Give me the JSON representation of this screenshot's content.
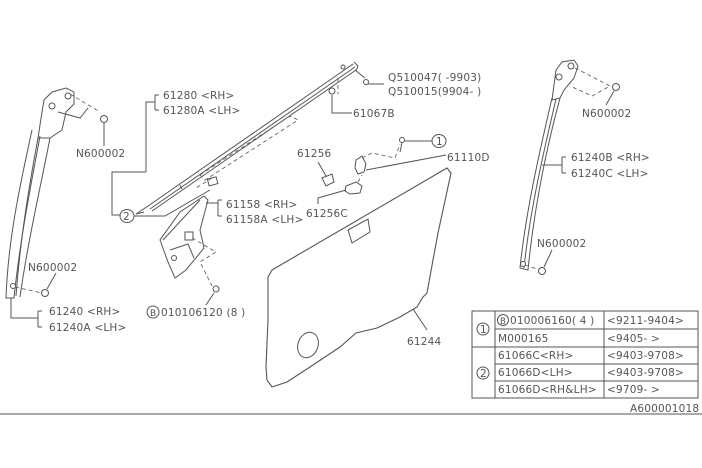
{
  "diagram_title_code": "A600001018",
  "labels": {
    "n600002_left_top": "N600002",
    "n600002_left_bottom": "N600002",
    "n600002_right_top": "N600002",
    "n600002_right_bottom": "N600002",
    "p61280_rh": "61280  <RH>",
    "p61280a_lh": "61280A <LH>",
    "q510047": "Q510047(  -9903)",
    "q510015": "Q510015(9904-  )",
    "p61067b": "61067B",
    "p61256": "61256",
    "p61110d": "61110D",
    "p61256c": "61256C",
    "p61158_rh": "61158  <RH>",
    "p61158a_lh": "61158A <LH>",
    "p61240_rh": "61240  <RH>",
    "p61240a_lh": "61240A <LH>",
    "bolt_010106120": "010106120 (8 )",
    "bolt_prefix": "B",
    "p61240b_rh": "61240B <RH>",
    "p61240c_lh": "61240C <LH>",
    "p61244": "61244",
    "ref_1": "1",
    "ref_2": "2"
  },
  "table": {
    "groups": [
      {
        "ref": "1",
        "rows": [
          {
            "part_prefix": "B",
            "part": "010006160( 4 )",
            "range": "<9211-9404>"
          },
          {
            "part_prefix": "",
            "part": "M000165",
            "range": "<9405-      >"
          }
        ]
      },
      {
        "ref": "2",
        "rows": [
          {
            "part_prefix": "",
            "part": "61066C<RH>",
            "range": "<9403-9708>"
          },
          {
            "part_prefix": "",
            "part": "61066D<LH>",
            "range": "<9403-9708>"
          },
          {
            "part_prefix": "",
            "part": "61066D<RH&LH>",
            "range": "<9709-      >"
          }
        ]
      }
    ]
  },
  "colors": {
    "line": "#555555",
    "background": "#ffffff"
  }
}
